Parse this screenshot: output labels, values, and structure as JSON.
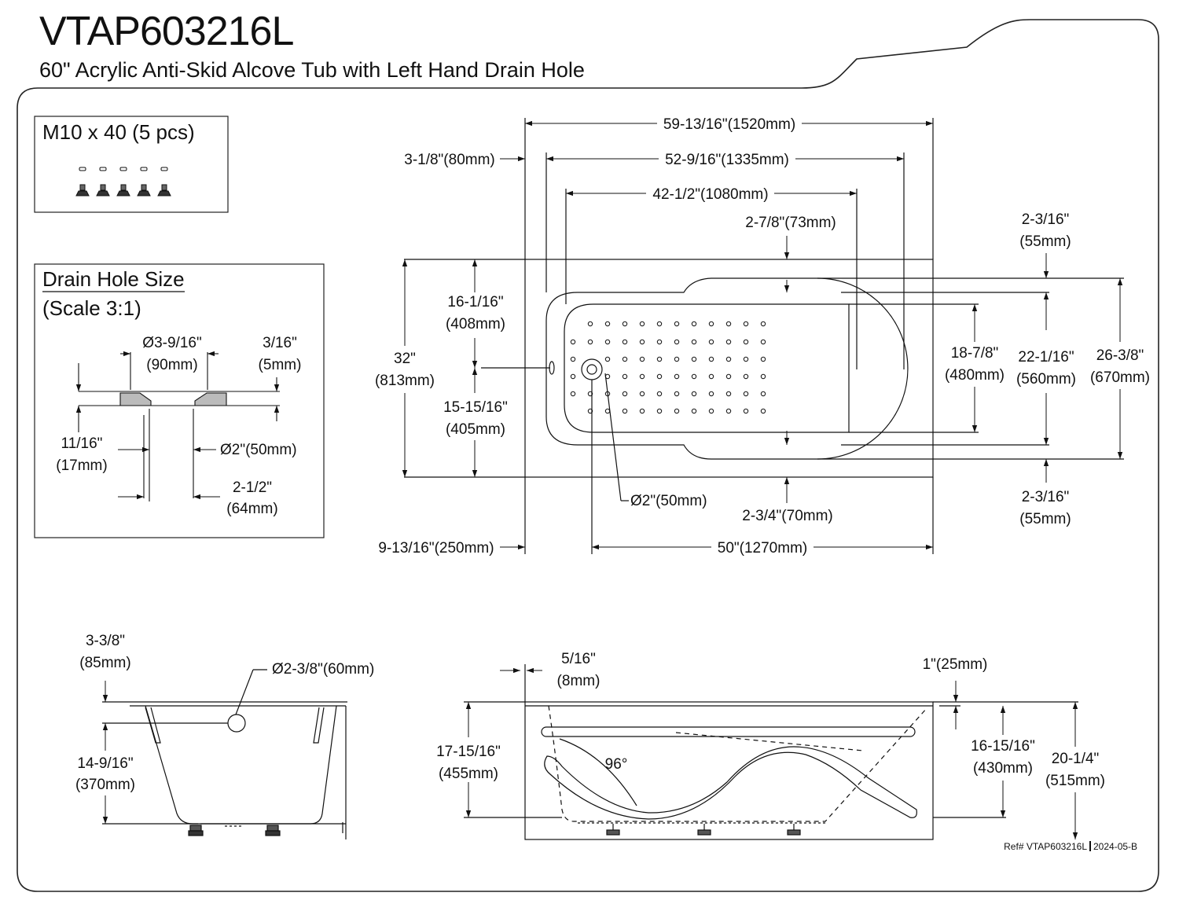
{
  "header": {
    "model": "VTAP603216L",
    "description": "60\" Acrylic Anti-Skid Alcove Tub with Left Hand Drain Hole"
  },
  "hardware_box": {
    "title": "M10 x 40 (5 pcs)"
  },
  "drain_box": {
    "title": "Drain Hole Size",
    "scale": "(Scale 3:1)",
    "dims": {
      "outer_dia": "Ø3-9/16\"",
      "outer_dia_mm": "(90mm)",
      "flange": "3/16\"",
      "flange_mm": "(5mm)",
      "depth": "11/16\"",
      "depth_mm": "(17mm)",
      "hole_dia": "Ø2\"(50mm)",
      "length": "2-1/2\"",
      "length_mm": "(64mm)"
    }
  },
  "plan_view": {
    "overall_length": "59-13/16\"(1520mm)",
    "rim_offset": "3-1/8\"(80mm)",
    "inner_length": "52-9/16\"(1335mm)",
    "floor_length": "42-1/2\"(1080mm)",
    "top_rim": "2-7/8\"(73mm)",
    "right_rim_top": "2-3/16\"",
    "right_rim_top_mm": "(55mm)",
    "upper_depth": "16-1/16\"",
    "upper_depth_mm": "(408mm)",
    "overall_width": "32\"",
    "overall_width_mm": "(813mm)",
    "lower_depth": "15-15/16\"",
    "lower_depth_mm": "(405mm)",
    "floor_width": "18-7/8\"",
    "floor_width_mm": "(480mm)",
    "inner_width": "22-1/16\"",
    "inner_width_mm": "(560mm)",
    "basin_width": "26-3/8\"",
    "basin_width_mm": "(670mm)",
    "drain_dia": "Ø2\"(50mm)",
    "bottom_rim": "2-3/4\"(70mm)",
    "right_rim_bottom": "2-3/16\"",
    "right_rim_bottom_mm": "(55mm)",
    "drain_offset": "9-13/16\"(250mm)",
    "drain_to_end": "50\"(1270mm)"
  },
  "end_view": {
    "rim_height": "3-3/8\"",
    "rim_height_mm": "(85mm)",
    "overflow_dia": "Ø2-3/8\"(60mm)",
    "depth": "14-9/16\"",
    "depth_mm": "(370mm)"
  },
  "side_view": {
    "apron": "5/16\"",
    "apron_mm": "(8mm)",
    "rim": "1\"(25mm)",
    "height_left": "17-15/16\"",
    "height_left_mm": "(455mm)",
    "angle": "96°",
    "water_depth": "16-15/16\"",
    "water_depth_mm": "(430mm)",
    "total_height": "20-1/4\"",
    "total_height_mm": "(515mm)"
  },
  "footer": {
    "ref": "Ref# VTAP603216L",
    "date": "2024-05-B"
  }
}
